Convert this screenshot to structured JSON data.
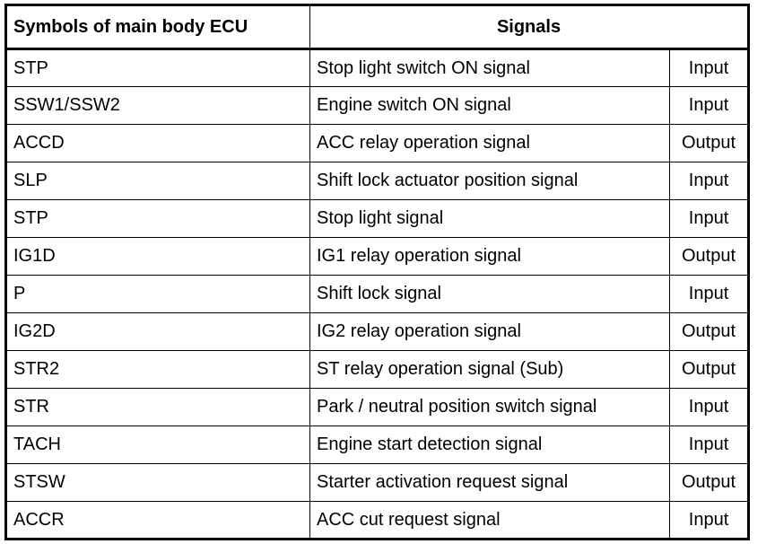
{
  "table": {
    "headers": {
      "symbol": "Symbols of main body ECU",
      "signals": "Signals"
    },
    "rows": [
      {
        "symbol": "STP",
        "signal": "Stop light switch ON signal",
        "direction": "Input"
      },
      {
        "symbol": "SSW1/SSW2",
        "signal": "Engine switch ON signal",
        "direction": "Input"
      },
      {
        "symbol": "ACCD",
        "signal": "ACC relay operation signal",
        "direction": "Output"
      },
      {
        "symbol": "SLP",
        "signal": "Shift lock actuator position signal",
        "direction": "Input"
      },
      {
        "symbol": "STP",
        "signal": "Stop light signal",
        "direction": "Input"
      },
      {
        "symbol": "IG1D",
        "signal": "IG1 relay operation signal",
        "direction": "Output"
      },
      {
        "symbol": "P",
        "signal": "Shift lock signal",
        "direction": "Input"
      },
      {
        "symbol": "IG2D",
        "signal": "IG2 relay operation signal",
        "direction": "Output"
      },
      {
        "symbol": "STR2",
        "signal": "ST relay operation signal (Sub)",
        "direction": "Output"
      },
      {
        "symbol": "STR",
        "signal": "Park / neutral position switch signal",
        "direction": "Input"
      },
      {
        "symbol": "TACH",
        "signal": "Engine start detection signal",
        "direction": "Input"
      },
      {
        "symbol": "STSW",
        "signal": "Starter activation request signal",
        "direction": "Output"
      },
      {
        "symbol": "ACCR",
        "signal": "ACC cut request signal",
        "direction": "Input"
      }
    ]
  },
  "colors": {
    "border": "#000000",
    "text": "#000000",
    "background": "#ffffff"
  }
}
